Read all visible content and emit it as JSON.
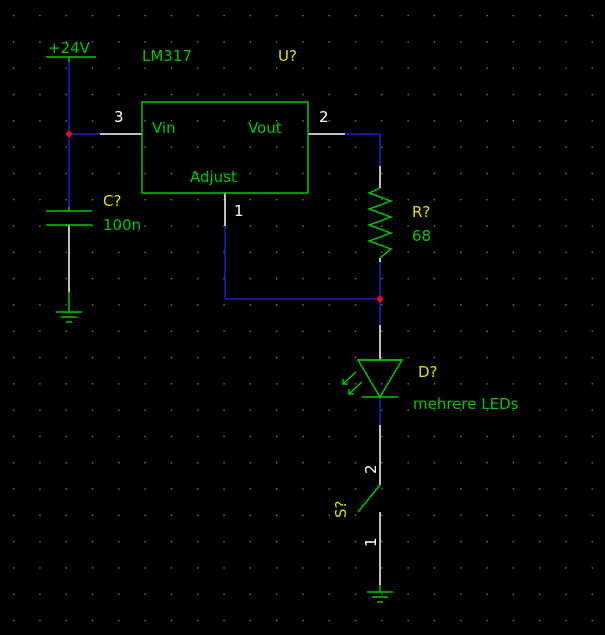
{
  "colors": {
    "background": "#000000",
    "grid_dot": "#8a8a8a",
    "wire": "#1f1fd0",
    "component": "#00c800",
    "pin_wire": "#ffffff",
    "junction": "#e01010",
    "ref_text": "#e0e000",
    "value_text": "#00c800",
    "pin_text": "#ffffff"
  },
  "power": {
    "label": "+24V"
  },
  "regulator": {
    "value": "LM317",
    "ref": "U?",
    "pin_vin_number": "3",
    "pin_vin_name": "Vin",
    "pin_vout_number": "2",
    "pin_vout_name": "Vout",
    "pin_adj_number": "1",
    "pin_adj_name": "Adjust"
  },
  "capacitor": {
    "ref": "C?",
    "value": "100n"
  },
  "resistor": {
    "ref": "R?",
    "value": "68"
  },
  "diode": {
    "ref": "D?",
    "value": "mehrere LEDs"
  },
  "switch": {
    "ref": "S?",
    "pin_top": "2",
    "pin_bottom": "1"
  }
}
